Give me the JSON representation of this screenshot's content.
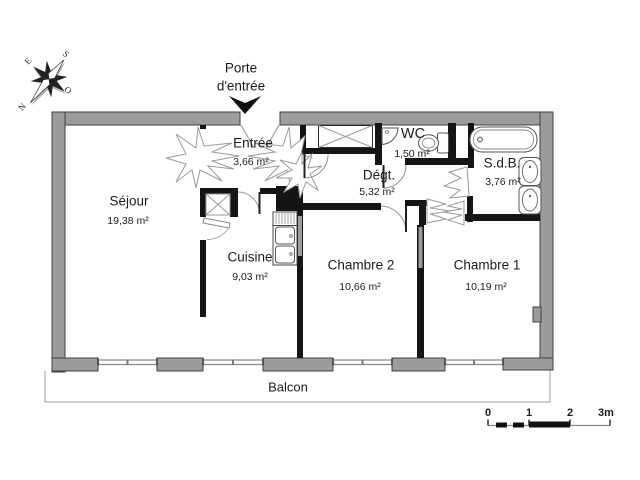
{
  "entry": {
    "line1": "Porte",
    "line2": "d'entrée"
  },
  "compass": {
    "n": "N",
    "s": "S",
    "e": "E",
    "o": "O"
  },
  "rooms": [
    {
      "id": "sejour",
      "name": "Séjour",
      "area": "19,38 m²"
    },
    {
      "id": "entree",
      "name": "Entrée",
      "area": "3,66 m²"
    },
    {
      "id": "wc",
      "name": "WC",
      "area": "1,50 m²"
    },
    {
      "id": "sdb",
      "name": "S.d.B.",
      "area": "3,76 m²"
    },
    {
      "id": "degt",
      "name": "Dégt.",
      "area": "5,32 m²"
    },
    {
      "id": "cuisine",
      "name": "Cuisine",
      "area": "9,03 m²"
    },
    {
      "id": "chambre2",
      "name": "Chambre 2",
      "area": "10,66 m²"
    },
    {
      "id": "chambre1",
      "name": "Chambre 1",
      "area": "10,19 m²"
    }
  ],
  "balcony": {
    "label": "Balcon"
  },
  "scale": {
    "ticks": [
      "0",
      "1",
      "2",
      "3m"
    ]
  },
  "icons": {
    "compass": "compass-rose",
    "entry_arrow": "down-arrow",
    "openings": "jagged-opening-symbol"
  },
  "colors": {
    "outer_wall": "#9c9c9c",
    "inner_wall": "#151515",
    "thin_line": "#999999",
    "text": "#1c1c1c"
  }
}
